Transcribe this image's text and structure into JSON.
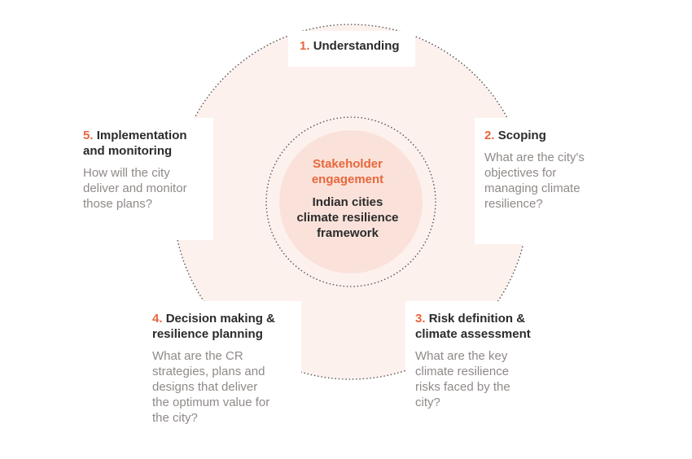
{
  "colors": {
    "accent": "#e8673c",
    "ring_fill": "#fdf1ee",
    "core_fill": "#fae2da",
    "title_text": "#2b2b2b",
    "question_text": "#8f8a88"
  },
  "center": {
    "highlight": "Stakeholder engagement",
    "title": "Indian cities climate resilience framework"
  },
  "steps": [
    {
      "number": "1.",
      "title": "Understanding",
      "question": ""
    },
    {
      "number": "2.",
      "title": "Scoping",
      "question": "What are the city's objectives for managing climate resilience?"
    },
    {
      "number": "3.",
      "title": "Risk definition & climate assessment",
      "question": "What are the key climate resilience risks faced by the city?"
    },
    {
      "number": "4.",
      "title": "Decision making & resilience planning",
      "question": "What are the CR strategies, plans and designs that deliver the optimum value for the city?"
    },
    {
      "number": "5.",
      "title": "Implementation and monitoring",
      "question": "How will the city deliver and monitor those plans?"
    }
  ]
}
